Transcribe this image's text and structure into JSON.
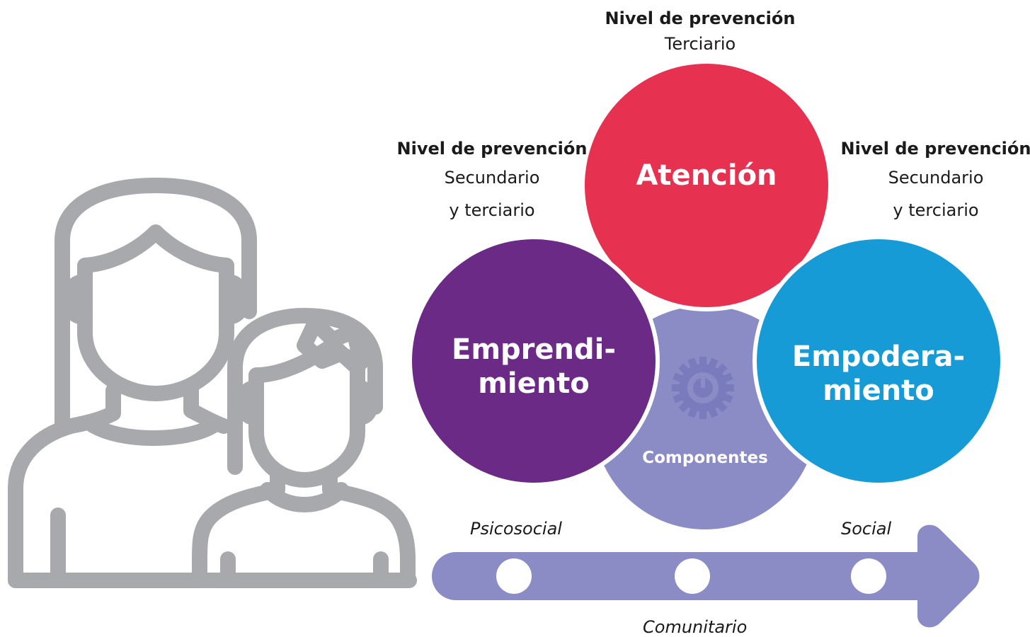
{
  "colors": {
    "atencion": "#e73150",
    "emprendimiento": "#6b2a86",
    "empoderamiento": "#179bd7",
    "componentes": "#8b8cc6",
    "arrow": "#8b8cc6",
    "people_stroke": "#a7a9ac"
  },
  "levels": {
    "top": {
      "title": "Nivel de prevención",
      "line1": "Terciario"
    },
    "left": {
      "title": "Nivel de prevención",
      "line1": "Secundario",
      "line2": "y terciario"
    },
    "right": {
      "title": "Nivel de prevención",
      "line1": "Secundario",
      "line2": "y terciario"
    }
  },
  "circles": {
    "atencion": "Atención",
    "emprendimiento_1": "Emprendi-",
    "emprendimiento_2": "miento",
    "empoderamiento_1": "Empodera-",
    "empoderamiento_2": "miento",
    "componentes": "Componentes"
  },
  "icons": {
    "people": "mother-daughter-icon",
    "gear": "gear-icon"
  },
  "axis": {
    "left_label": "Psicosocial",
    "right_label": "Social",
    "bottom_label": "Comunitario"
  }
}
